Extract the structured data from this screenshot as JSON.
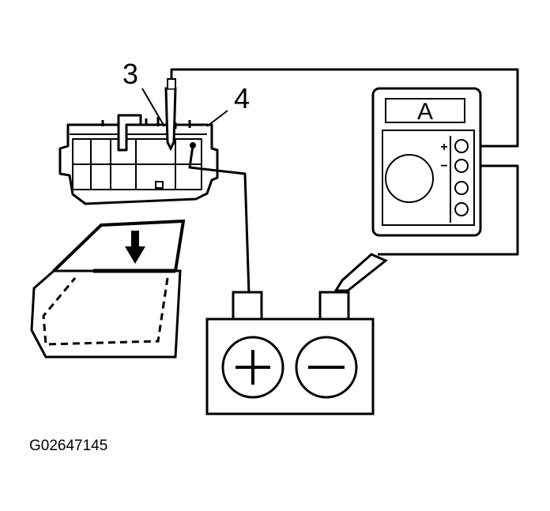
{
  "labels": {
    "terminal_3": "3",
    "terminal_4": "4",
    "meter_unit": "A",
    "meter_plus": "+",
    "meter_minus": "−"
  },
  "figure_code": "G02647145",
  "icons": {
    "arrow": "down-arrow-icon",
    "battery_positive": "plus-icon",
    "battery_negative": "minus-icon"
  },
  "colors": {
    "line": "#000000",
    "background": "#ffffff"
  }
}
